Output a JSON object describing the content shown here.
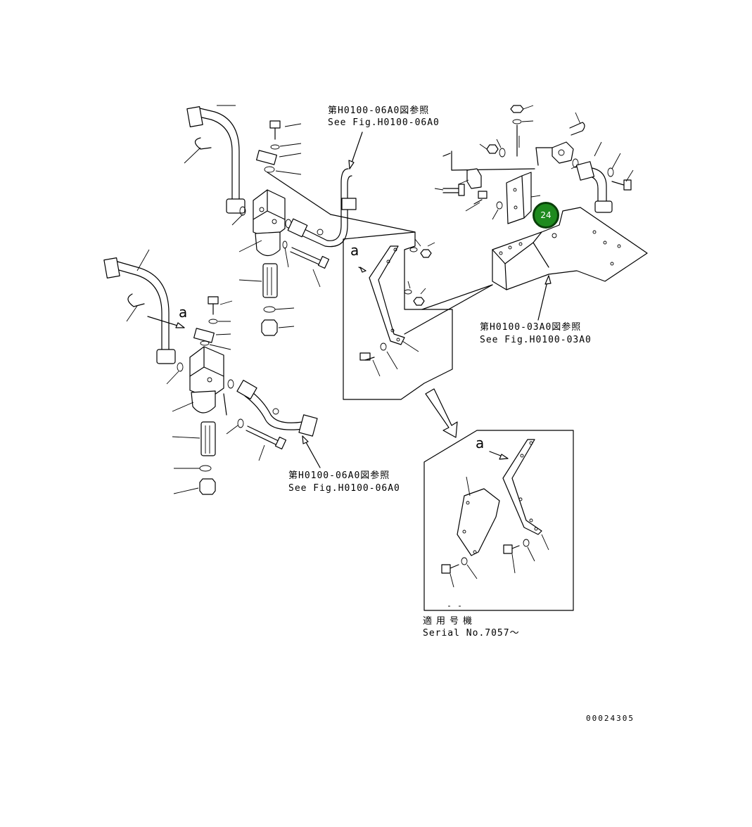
{
  "callout": {
    "number": "24",
    "color": "#1e8a1e"
  },
  "references": {
    "ref_06a0_top": {
      "jp": "第H0100-06A0図参照",
      "en": "See Fig.H0100-06A0"
    },
    "ref_03a0": {
      "jp": "第H0100-03A0図参照",
      "en": "See Fig.H0100-03A0"
    },
    "ref_06a0_bottom": {
      "jp": "第H0100-06A0図参照",
      "en": "See Fig.H0100-06A0"
    }
  },
  "detail_letter": "a",
  "serial": {
    "jp": "適用号機",
    "en": "Serial No.7057～"
  },
  "document_number": "00024305"
}
